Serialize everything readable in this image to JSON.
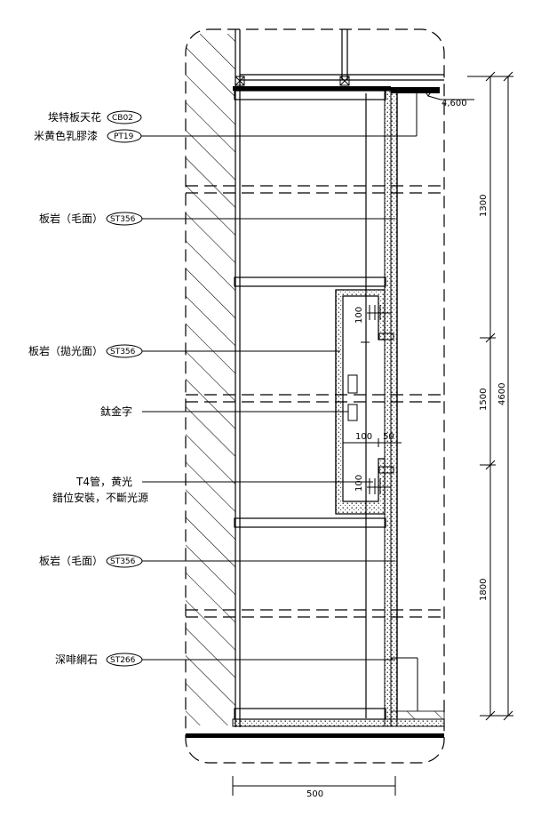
{
  "annotations": [
    {
      "label": "埃特板天花",
      "code": "CB02"
    },
    {
      "label": "米黄色乳膠漆",
      "code": "PT19"
    },
    {
      "label": "板岩（毛面）",
      "code": "ST356"
    },
    {
      "label": "板岩（拋光面）",
      "code": "ST356"
    },
    {
      "label": "鈦金字",
      "code": ""
    },
    {
      "label": "T4管，黄光",
      "label2": "錯位安裝，不斷光源",
      "code": ""
    },
    {
      "label": "板岩（毛面）",
      "code": "ST356"
    },
    {
      "label": "深啡網石",
      "code": "ST266"
    }
  ],
  "dimensions": {
    "level": "4,600",
    "seg_top": "1300",
    "seg_mid": "1500",
    "seg_bottom": "1800",
    "overall": "4600",
    "width_bottom": "500",
    "dim_100_a": "100",
    "dim_100_b": "100",
    "dim_100_c": "100",
    "dim_50": "50"
  }
}
